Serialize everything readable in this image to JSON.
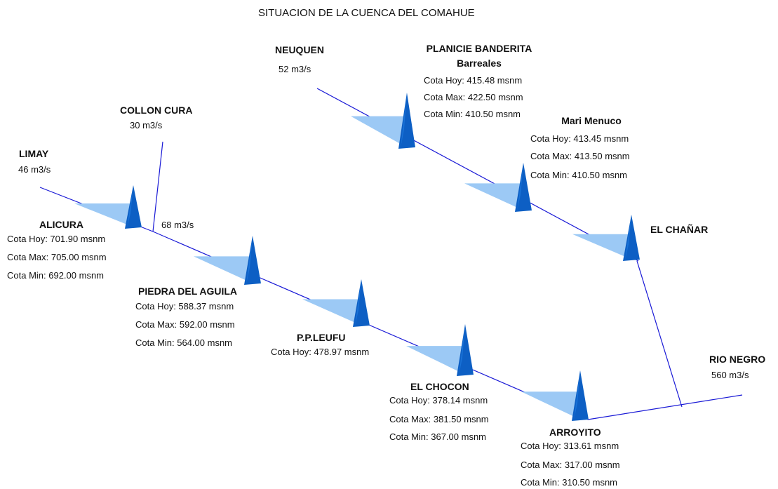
{
  "title": "SITUACION DE LA CUENCA DEL COMAHUE",
  "colors": {
    "river_line": "#1a1ad6",
    "reservoir_fill": "#9cc9f5",
    "dam_fill": "#0d5fc4",
    "dam_shadow": "#1f7ae0"
  },
  "rivers": {
    "neuquen": {
      "name": "NEUQUEN",
      "flow": "52 m3/s"
    },
    "collon_cura": {
      "name": "COLLON CURA",
      "flow": "30 m3/s"
    },
    "limay": {
      "name": "LIMAY",
      "flow": "46 m3/s"
    },
    "limay_confluence_flow": "68 m3/s",
    "rio_negro": {
      "name": "RIO NEGRO",
      "flow": "560 m3/s"
    }
  },
  "dams": {
    "planicie_banderita": {
      "name": "PLANICIE BANDERITA",
      "subname": "Barreales",
      "cota_hoy": "Cota Hoy: 415.48 msnm",
      "cota_max": "Cota Max: 422.50 msnm",
      "cota_min": "Cota Min:  410.50 msnm"
    },
    "mari_menuco": {
      "name": "Mari Menuco",
      "cota_hoy": "Cota Hoy: 413.45 msnm",
      "cota_max": "Cota Max: 413.50 msnm",
      "cota_min": "Cota Min: 410.50 msnm"
    },
    "el_chanar": {
      "name": "EL CHAÑAR"
    },
    "alicura": {
      "name": "ALICURA",
      "cota_hoy": "Cota Hoy: 701.90 msnm",
      "cota_max": "Cota Max: 705.00 msnm",
      "cota_min": "Cota Min: 692.00 msnm"
    },
    "piedra_del_aguila": {
      "name": "PIEDRA DEL AGUILA",
      "cota_hoy": "Cota Hoy: 588.37 msnm",
      "cota_max": "Cota Max: 592.00 msnm",
      "cota_min": "Cota Min: 564.00 msnm"
    },
    "ppleufu": {
      "name": "P.P.LEUFU",
      "cota_hoy": "Cota Hoy: 478.97 msnm"
    },
    "el_chocon": {
      "name": "EL CHOCON",
      "cota_hoy": "Cota Hoy: 378.14 msnm",
      "cota_max": "Cota Max: 381.50 msnm",
      "cota_min": "Cota Min: 367.00 msnm"
    },
    "arroyito": {
      "name": "ARROYITO",
      "cota_hoy": "Cota Hoy: 313.61 msnm",
      "cota_max": "Cota Max: 317.00 msnm",
      "cota_min": "Cota Min: 310.50 msnm"
    }
  }
}
